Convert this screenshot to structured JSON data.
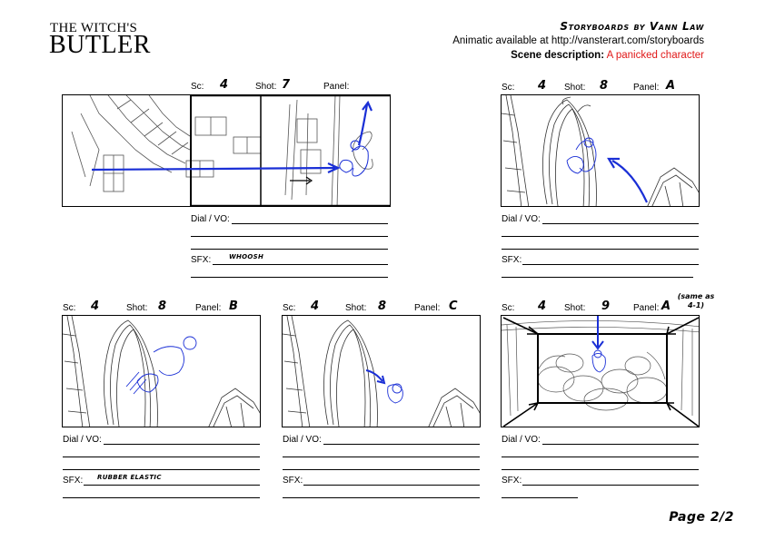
{
  "header": {
    "logo_top": "THE WITCH'S",
    "logo_main": "BUTLER",
    "credit": "Storyboards by Vann Law",
    "animatic": "Animatic available at http://vansterart.com/storyboards",
    "scene_label": "Scene description:",
    "scene_value": "A panicked character"
  },
  "labels": {
    "sc": "Sc:",
    "shot": "Shot:",
    "panel": "Panel:",
    "dial": "Dial / VO:",
    "sfx": "SFX:"
  },
  "panels": [
    {
      "sc": "4",
      "shot": "7",
      "panel": "",
      "sfx": "WHOOSH"
    },
    {
      "sc": "4",
      "shot": "8",
      "panel": "A",
      "sfx": ""
    },
    {
      "sc": "4",
      "shot": "8",
      "panel": "B",
      "sfx": "RUBBER ELASTIC"
    },
    {
      "sc": "4",
      "shot": "8",
      "panel": "C",
      "sfx": ""
    },
    {
      "sc": "4",
      "shot": "9",
      "panel": "A",
      "sfx": "",
      "note": "(same as 4-1)"
    }
  ],
  "colors": {
    "sketch_blue": "#1a2fd6",
    "scene_red": "#e01818"
  },
  "footer": {
    "page": "Page 2/2"
  }
}
